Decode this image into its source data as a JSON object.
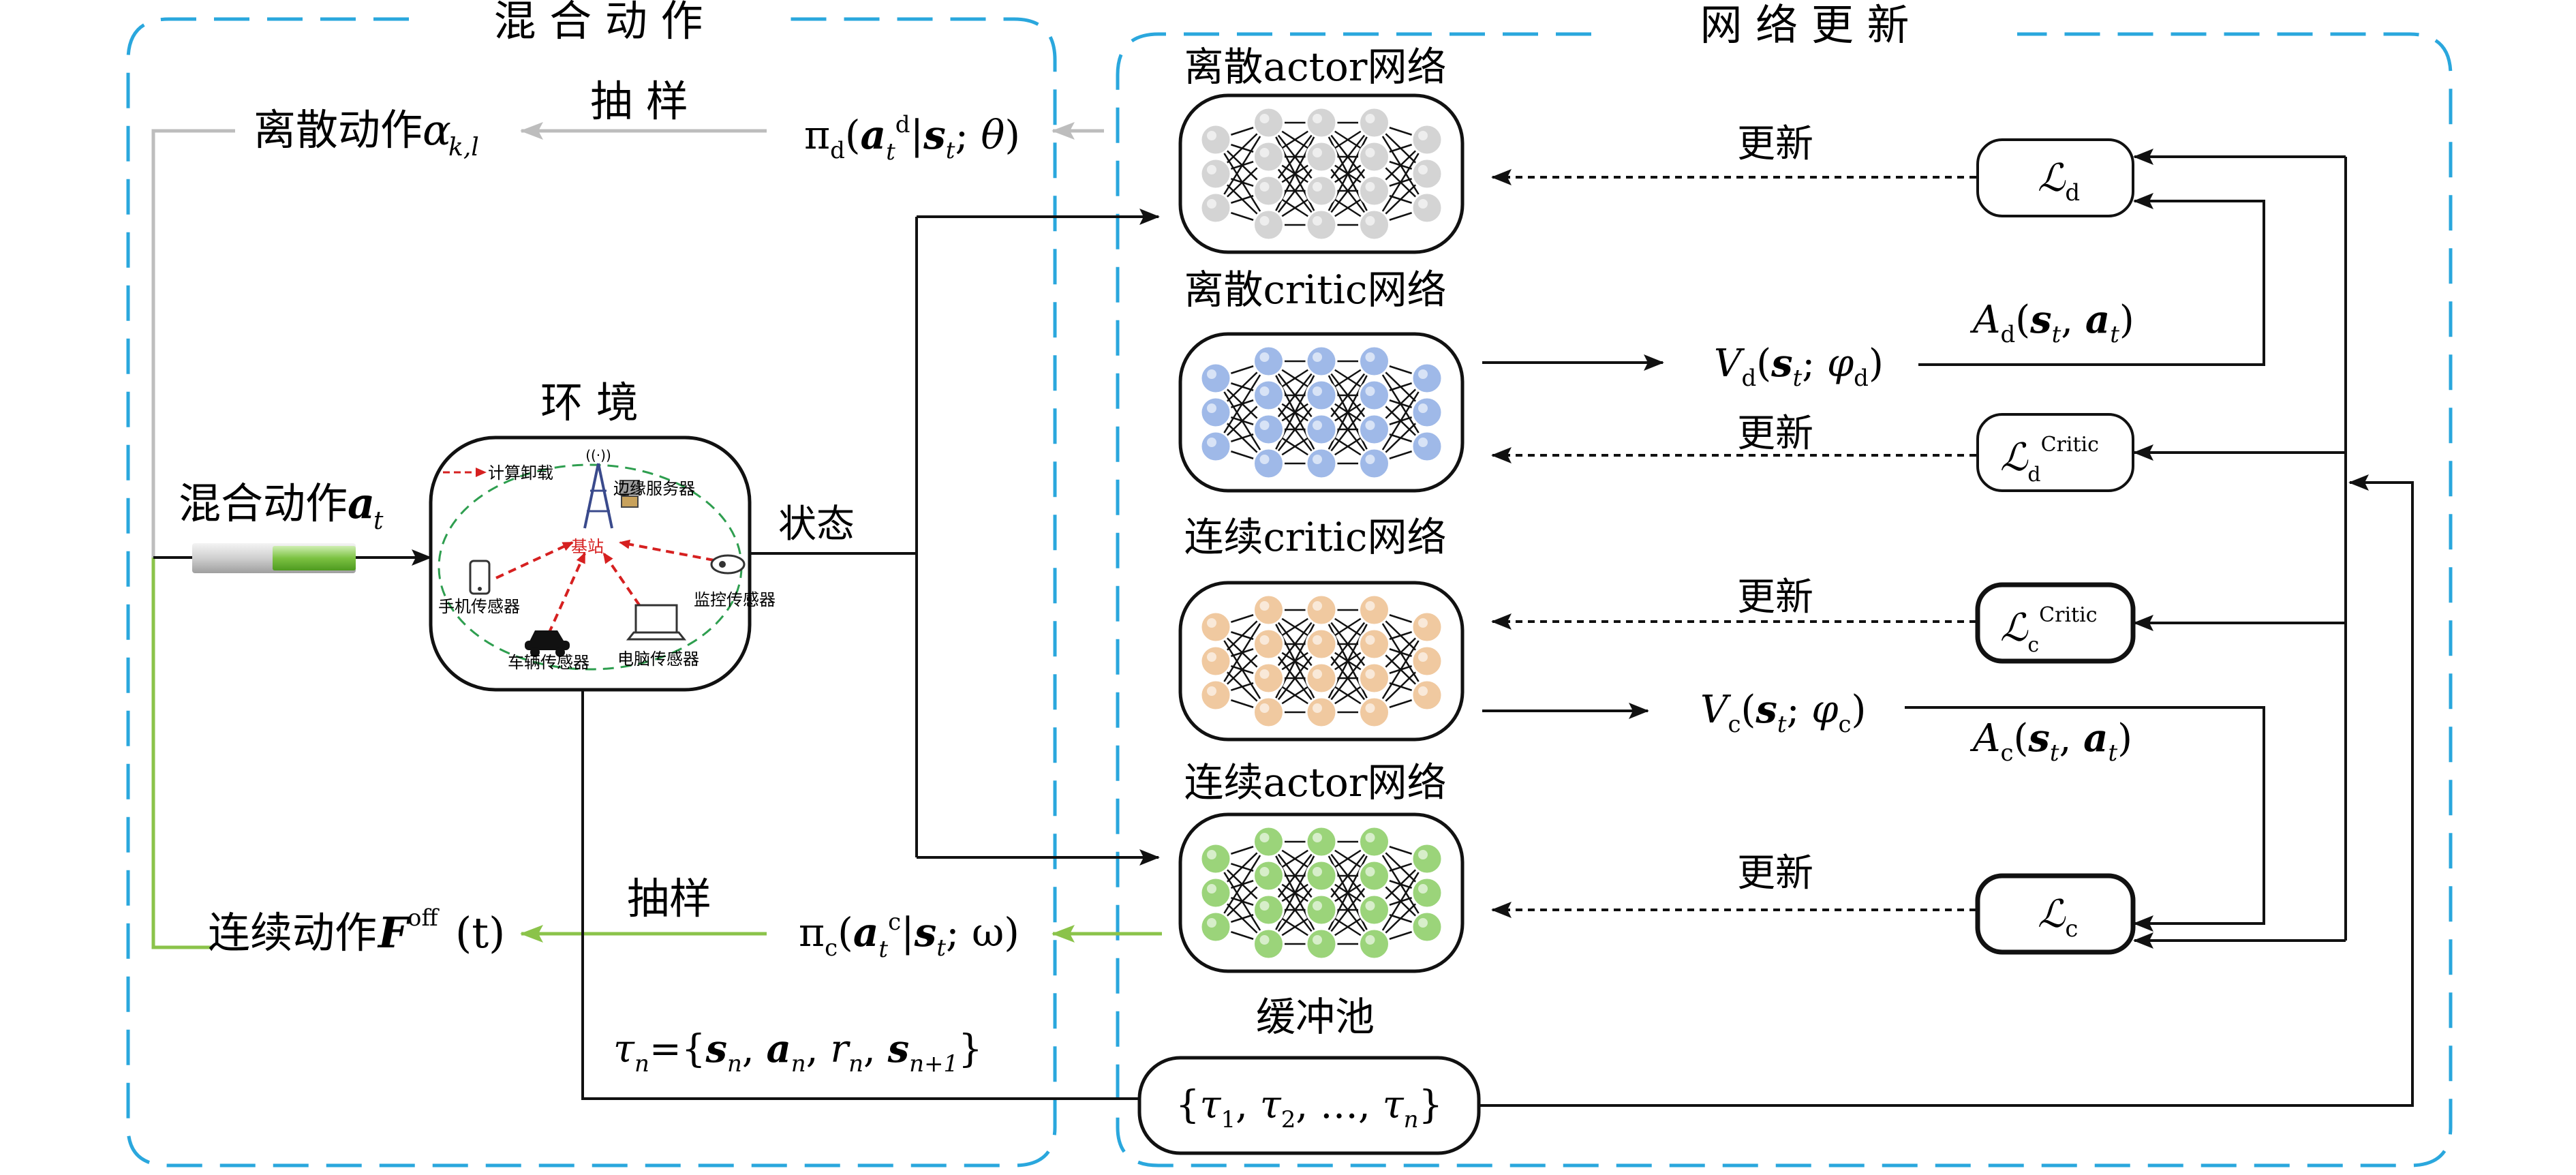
{
  "regions": {
    "hybrid_action_title": "混 合 动 作",
    "network_update_title": "网 络 更 新"
  },
  "left": {
    "sample_top_label": "抽 样",
    "discrete_action_text": "离散动作",
    "discrete_action_symbol": "α",
    "discrete_action_sub": "k,l",
    "hybrid_action_text": "混合动作",
    "hybrid_action_symbol": "a",
    "hybrid_action_sub": "t",
    "environment_title": "环 境",
    "state_label": "状态",
    "sample_bottom_label": "抽样",
    "continuous_action_text": "连续动作",
    "continuous_action_symbol": "F",
    "continuous_action_sup": "off",
    "continuous_action_arg": "(t)",
    "policy_discrete": "π_d(a_t^d | s_t; θ)",
    "policy_continuous": "π_c(a_t^c | s_t; ω)",
    "transition": "τ_n={s_n, a_n, r_n, s_n+1}"
  },
  "environment": {
    "offload_legend": "计算卸载",
    "edge_server": "边缘服务器",
    "base_station": "基站",
    "phone_sensor": "手机传感器",
    "monitor_sensor": "监控传感器",
    "vehicle_sensor": "车辆传感器",
    "computer_sensor": "电脑传感器"
  },
  "networks": {
    "discrete_actor": "离散actor网络",
    "discrete_critic": "离散critic网络",
    "continuous_critic": "连续critic网络",
    "continuous_actor": "连续actor网络",
    "buffer": "缓冲池",
    "buffer_content": "{τ_1, τ_2, …, τ_n}"
  },
  "right": {
    "update": "更新",
    "value_discrete": "V_d(s_t; φ_d)",
    "value_continuous": "V_c(s_t; φ_c)",
    "adv_discrete": "A_d(s_t, a_t)",
    "adv_continuous": "A_c(s_t, a_t)",
    "loss_d": "L_d",
    "loss_d_critic": "L_d^Critic",
    "loss_c_critic": "L_c^Critic",
    "loss_c": "L_c"
  },
  "colors": {
    "dashed_border": "#2aa7dd",
    "discrete_actor_node": "#d4d4d4",
    "discrete_critic_node": "#9fb9e8",
    "continuous_critic_node": "#f0c9a0",
    "continuous_actor_node": "#9bd47a",
    "sample_green": "#8bc34a",
    "sample_gray": "#bdbdbd",
    "offload_red": "#d62020",
    "env_dash_green": "#2e9e4f"
  }
}
